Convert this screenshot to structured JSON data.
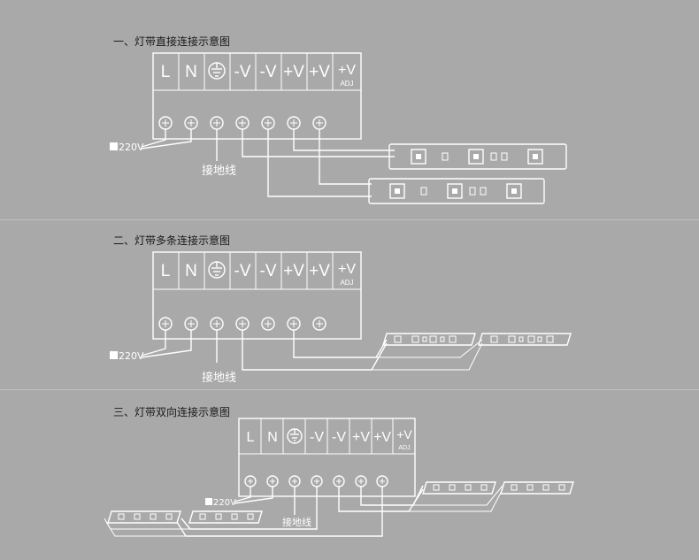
{
  "section1": {
    "title": "一、灯带直接连接示意图",
    "terminals": [
      "L",
      "N",
      "-V",
      "-V",
      "+V",
      "+V",
      "+V"
    ],
    "terminal_sub": "ADJ",
    "input_label": "220V",
    "ground_label": "接地线"
  },
  "section2": {
    "title": "二、灯带多条连接示意图",
    "terminals": [
      "L",
      "N",
      "-V",
      "-V",
      "+V",
      "+V",
      "+V"
    ],
    "terminal_sub": "ADJ",
    "input_label": "220V",
    "ground_label": "接地线"
  },
  "section3": {
    "title": "三、灯带双向连接示意图",
    "terminals": [
      "L",
      "N",
      "-V",
      "-V",
      "+V",
      "+V",
      "+V"
    ],
    "terminal_sub": "ADJ",
    "input_label": "220V",
    "ground_label": "接地线"
  },
  "colors": {
    "background": "#a9a9a9",
    "line": "#ffffff",
    "title": "#1a1a1a"
  },
  "icons": [
    "ground-symbol-icon",
    "screw-terminal-icon",
    "plug-icon",
    "led-strip-icon"
  ]
}
